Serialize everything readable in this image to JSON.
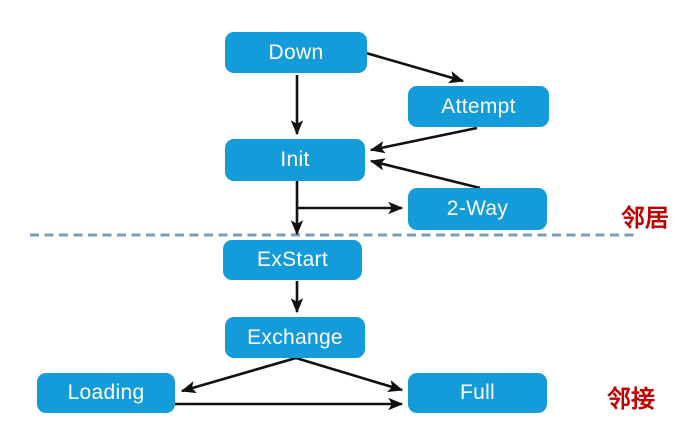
{
  "colors": {
    "node_fill": "#149bd9",
    "node_text": "#ffffff",
    "arrow": "#111111",
    "divider": "#7f9db8",
    "region_label": "#c00000",
    "background": "#ffffff"
  },
  "diagram": {
    "type": "state-transition-diagram",
    "nodes": [
      {
        "id": "down",
        "label": "Down"
      },
      {
        "id": "attempt",
        "label": "Attempt"
      },
      {
        "id": "init",
        "label": "Init"
      },
      {
        "id": "two_way",
        "label": "2-Way"
      },
      {
        "id": "exstart",
        "label": "ExStart"
      },
      {
        "id": "exchange",
        "label": "Exchange"
      },
      {
        "id": "loading",
        "label": "Loading"
      },
      {
        "id": "full",
        "label": "Full"
      }
    ],
    "edges": [
      {
        "from": "Down",
        "to": "Init"
      },
      {
        "from": "Down",
        "to": "Attempt"
      },
      {
        "from": "Attempt",
        "to": "Init"
      },
      {
        "from": "2-Way",
        "to": "Init"
      },
      {
        "from": "Init",
        "to": "2-Way"
      },
      {
        "from": "Init",
        "to": "ExStart"
      },
      {
        "from": "ExStart",
        "to": "Exchange"
      },
      {
        "from": "Exchange",
        "to": "Loading"
      },
      {
        "from": "Exchange",
        "to": "Full"
      },
      {
        "from": "Loading",
        "to": "Full"
      }
    ],
    "divider": {
      "style": "dashed",
      "upper_region_label": "邻居",
      "lower_region_label": "邻接"
    },
    "region_labels": [
      {
        "text": "邻居"
      },
      {
        "text": "邻接"
      }
    ]
  }
}
